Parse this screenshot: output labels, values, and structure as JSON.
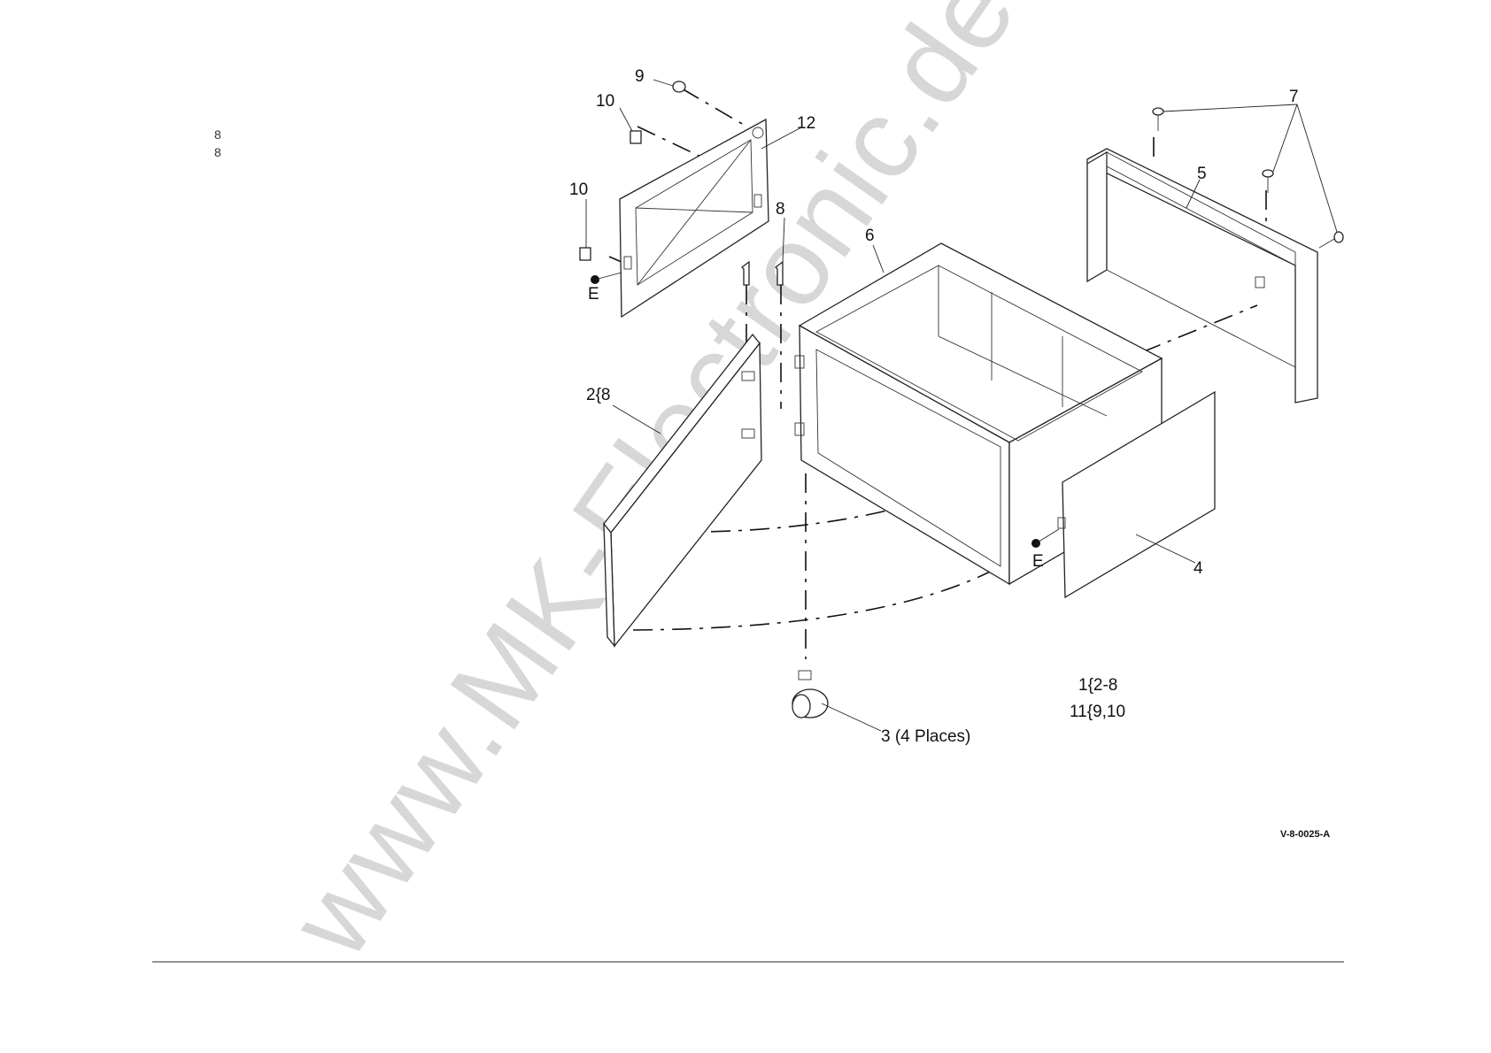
{
  "side_notes": [
    "8",
    "8"
  ],
  "callouts": {
    "c9": "9",
    "c10a": "10",
    "c10b": "10",
    "c12": "12",
    "c8": "8",
    "c6": "6",
    "c7": "7",
    "c5": "5",
    "c2": "2{8",
    "cE1": "E",
    "cE2": "E",
    "c4": "4",
    "c3": "3 (4 Places)"
  },
  "assembly_notes": [
    "1{2-8",
    "11{9,10"
  ],
  "figure_id": "V-8-0025-A",
  "watermark": "www.MK-Electronic.de"
}
